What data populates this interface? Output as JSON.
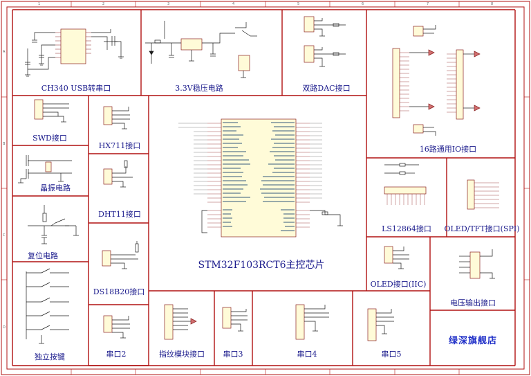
{
  "sheet": {
    "col_labels": [
      "1",
      "2",
      "3",
      "4",
      "5",
      "6",
      "7",
      "8"
    ],
    "row_labels": [
      "A",
      "B",
      "C",
      "D"
    ],
    "line_color": "#b01010",
    "wire_color": "#1a1a1a",
    "text_color": "#1a1a8c",
    "pin_color": "#b06000"
  },
  "blocks": {
    "ch340": "CH340 USB转串口",
    "ldo": "3.3V稳压电路",
    "dac": "双路DAC接口",
    "io16": "16路通用IO接口",
    "swd": "SWD接口",
    "hx711": "HX711接口",
    "crystal": "晶振电路",
    "dht11": "DHT11接口",
    "reset": "复位电路",
    "ds18b20": "DS18B20接口",
    "mcu": "STM32F103RCT6主控芯片",
    "ls12864": "LS12864接口",
    "oled_spi": "OLED/TFT接口(SPI)",
    "oled_iic": "OLED接口(IIC)",
    "power_out": "电压输出接口",
    "keys": "独立按键",
    "uart2": "串口2",
    "finger": "指纹模块接口",
    "uart3": "串口3",
    "uart4": "串口4",
    "uart5": "串口5",
    "brand": "绿深旗舰店"
  }
}
